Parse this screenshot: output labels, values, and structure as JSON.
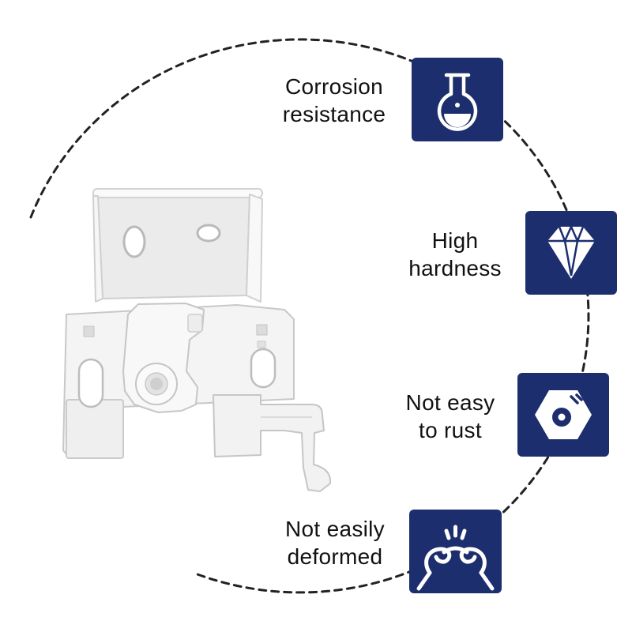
{
  "features": [
    {
      "lines": [
        "Corrosion",
        "resistance"
      ],
      "icon": "flask-icon"
    },
    {
      "lines": [
        "High",
        "hardness"
      ],
      "icon": "diamond-icon"
    },
    {
      "lines": [
        "Not easy",
        "to rust"
      ],
      "icon": "hex-nut-icon"
    },
    {
      "lines": [
        "Not easily",
        "deformed"
      ],
      "icon": "bent-chain-icon"
    }
  ],
  "product": {
    "icon": "white-metal-bracket"
  },
  "colors": {
    "background": "#ffffff",
    "icon_bg": "#1d2e6e",
    "icon_fg": "#ffffff",
    "text": "#111111",
    "dashed_line": "#222222",
    "product_base": "#f3f3f3",
    "product_edge": "#c6c6c6"
  }
}
